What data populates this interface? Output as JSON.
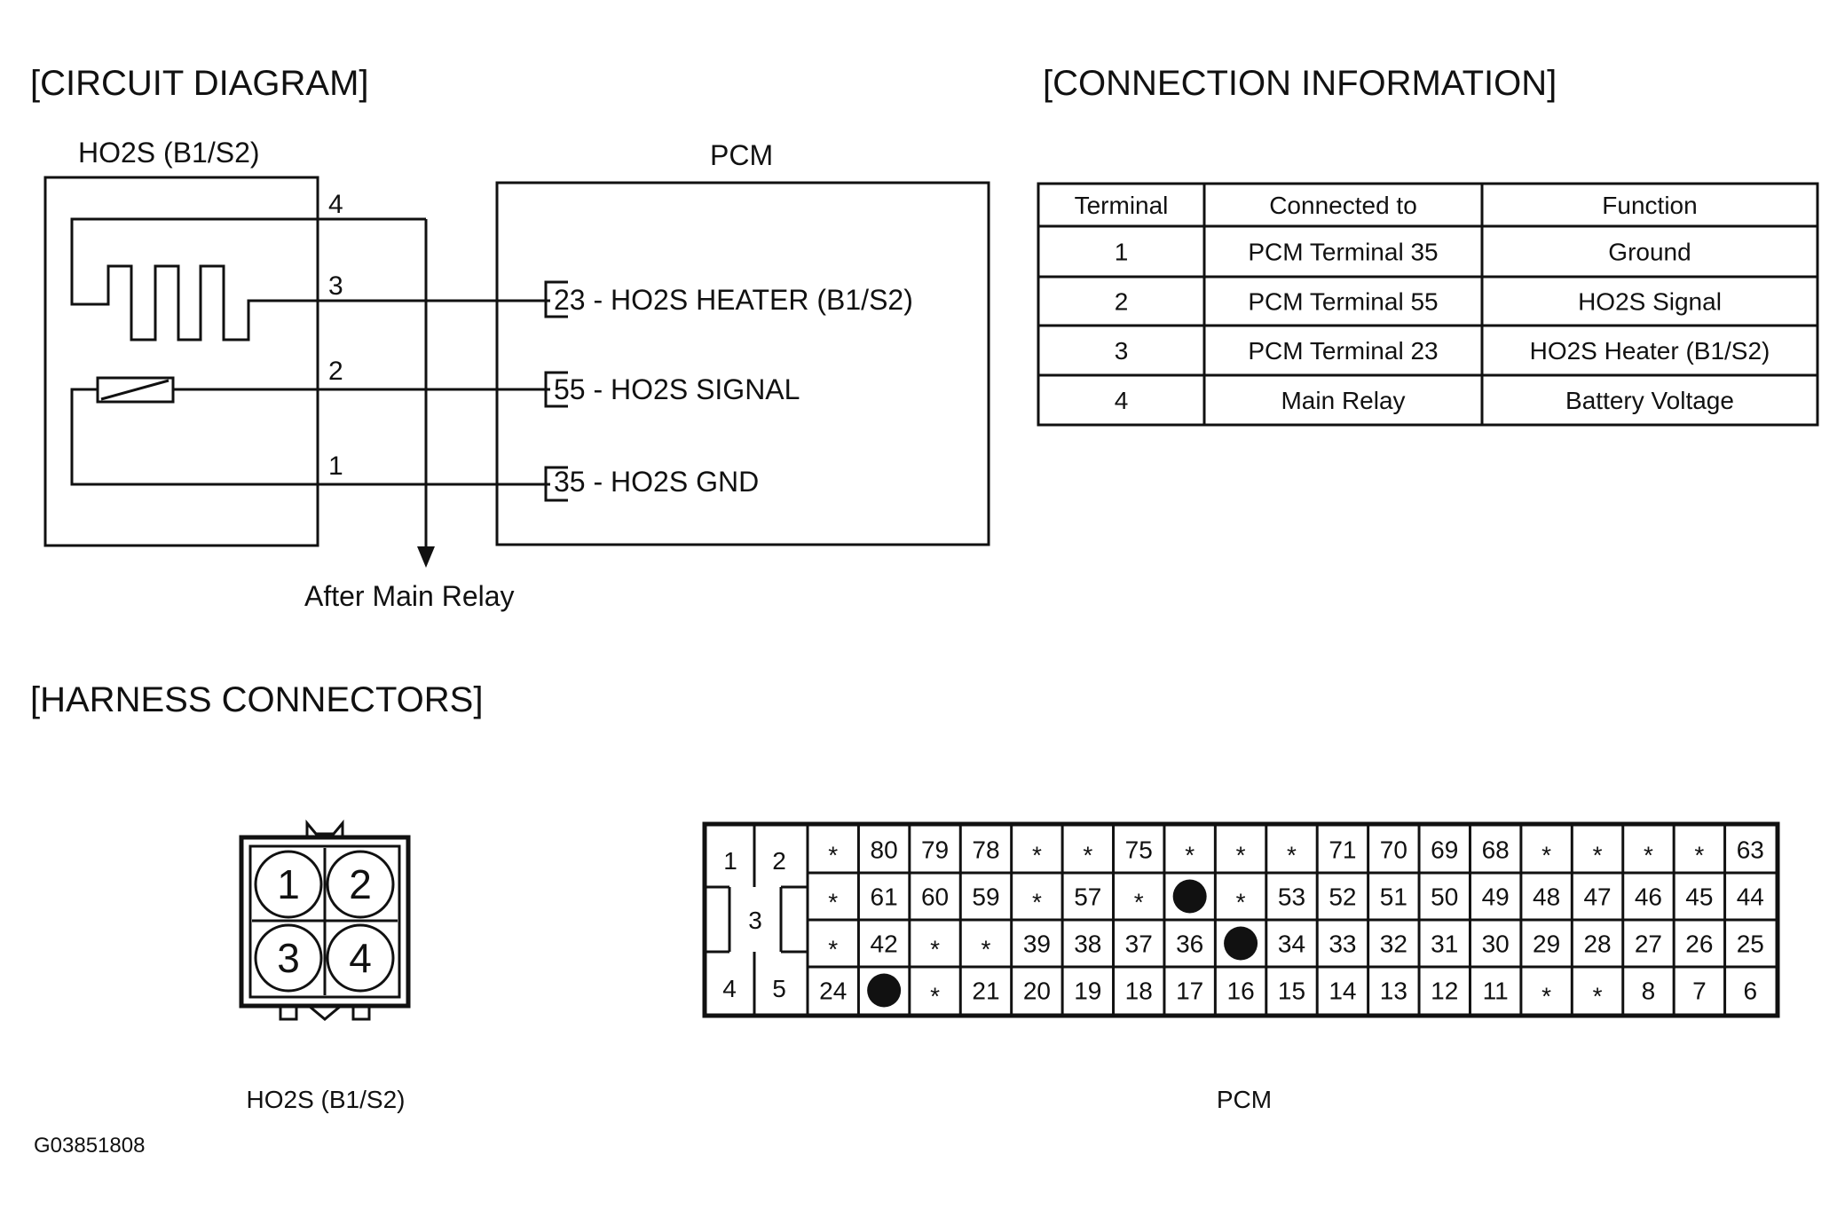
{
  "sections": {
    "circuit": "[CIRCUIT DIAGRAM]",
    "connection": "[CONNECTION INFORMATION]",
    "harness": "[HARNESS CONNECTORS]"
  },
  "circuit": {
    "sensor_title": "HO2S (B1/S2)",
    "pcm_title": "PCM",
    "pins": [
      "4",
      "3",
      "2",
      "1"
    ],
    "pcm_terminals": [
      "23 - HO2S HEATER (B1/S2)",
      "55 - HO2S SIGNAL",
      "35 - HO2S GND"
    ],
    "relay_label": "After Main Relay"
  },
  "table": {
    "headers": [
      "Terminal",
      "Connected to",
      "Function"
    ],
    "rows": [
      [
        "1",
        "PCM Terminal 35",
        "Ground"
      ],
      [
        "2",
        "PCM Terminal 55",
        "HO2S Signal"
      ],
      [
        "3",
        "PCM Terminal 23",
        "HO2S Heater (B1/S2)"
      ],
      [
        "4",
        "Main Relay",
        "Battery Voltage"
      ]
    ]
  },
  "ho2s_connector": {
    "pins": [
      "1",
      "2",
      "3",
      "4"
    ],
    "caption": "HO2S (B1/S2)"
  },
  "pcm_connector": {
    "caption": "PCM",
    "left_block": [
      "1",
      "2",
      "3",
      "4",
      "5"
    ],
    "rows": [
      [
        "*",
        "80",
        "79",
        "78",
        "*",
        "*",
        "75",
        "*",
        "*",
        "*",
        "71",
        "70",
        "69",
        "68",
        "*",
        "*",
        "*",
        "*",
        "63"
      ],
      [
        "*",
        "61",
        "60",
        "59",
        "*",
        "57",
        "*",
        "●",
        "*",
        "53",
        "52",
        "51",
        "50",
        "49",
        "48",
        "47",
        "46",
        "45",
        "44"
      ],
      [
        "*",
        "42",
        "*",
        "*",
        "39",
        "38",
        "37",
        "36",
        "●",
        "34",
        "33",
        "32",
        "31",
        "30",
        "29",
        "28",
        "27",
        "26",
        "25"
      ],
      [
        "24",
        "●",
        "*",
        "21",
        "20",
        "19",
        "18",
        "17",
        "16",
        "15",
        "14",
        "13",
        "12",
        "11",
        "*",
        "*",
        "8",
        "7",
        "6"
      ]
    ]
  },
  "figure_id": "G03851808"
}
